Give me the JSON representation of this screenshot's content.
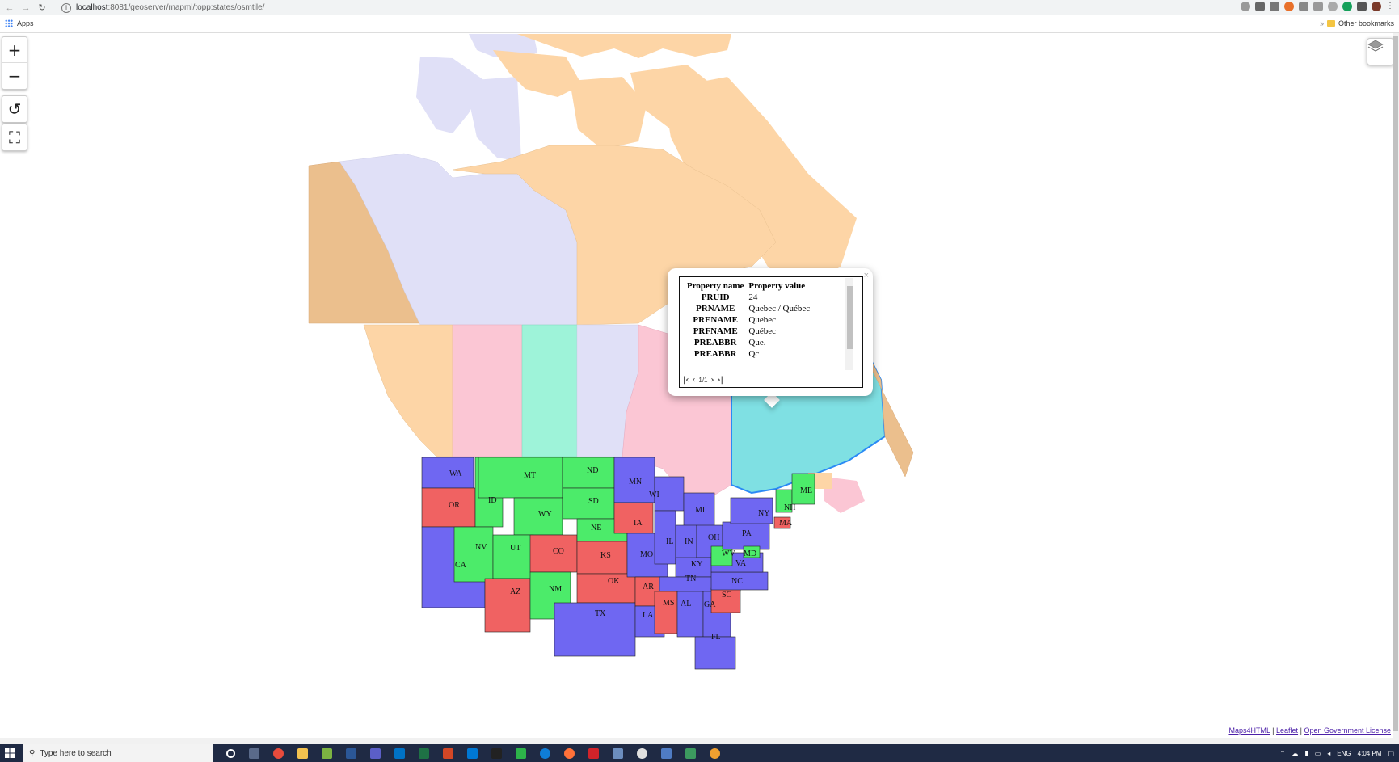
{
  "browser": {
    "url_host": "localhost",
    "url_path": ":8081/geoserver/mapml/topp:states/osmtile/",
    "bookmarks_apps": "Apps",
    "bookmarks_other": "Other bookmarks"
  },
  "map_controls": {
    "zoom_in": "+",
    "zoom_out": "−",
    "reload": "↺",
    "fullscreen": "⛶"
  },
  "states": [
    {
      "abbr": "WA"
    },
    {
      "abbr": "OR"
    },
    {
      "abbr": "CA"
    },
    {
      "abbr": "ID"
    },
    {
      "abbr": "NV"
    },
    {
      "abbr": "MT"
    },
    {
      "abbr": "WY"
    },
    {
      "abbr": "UT"
    },
    {
      "abbr": "AZ"
    },
    {
      "abbr": "CO"
    },
    {
      "abbr": "NM"
    },
    {
      "abbr": "ND"
    },
    {
      "abbr": "SD"
    },
    {
      "abbr": "NE"
    },
    {
      "abbr": "KS"
    },
    {
      "abbr": "OK"
    },
    {
      "abbr": "TX"
    },
    {
      "abbr": "MN"
    },
    {
      "abbr": "IA"
    },
    {
      "abbr": "MO"
    },
    {
      "abbr": "AR"
    },
    {
      "abbr": "LA"
    },
    {
      "abbr": "WI"
    },
    {
      "abbr": "IL"
    },
    {
      "abbr": "MI"
    },
    {
      "abbr": "IN"
    },
    {
      "abbr": "OH"
    },
    {
      "abbr": "KY"
    },
    {
      "abbr": "TN"
    },
    {
      "abbr": "MS"
    },
    {
      "abbr": "AL"
    },
    {
      "abbr": "GA"
    },
    {
      "abbr": "FL"
    },
    {
      "abbr": "SC"
    },
    {
      "abbr": "NC"
    },
    {
      "abbr": "VA"
    },
    {
      "abbr": "WV"
    },
    {
      "abbr": "PA"
    },
    {
      "abbr": "NY"
    },
    {
      "abbr": "NH"
    },
    {
      "abbr": "ME"
    },
    {
      "abbr": "MA"
    },
    {
      "abbr": "MD"
    }
  ],
  "popup": {
    "header_name": "Property name",
    "header_value": "Property value",
    "rows": [
      {
        "name": "PRUID",
        "value": "24"
      },
      {
        "name": "PRNAME",
        "value": "Quebec / Québec"
      },
      {
        "name": "PRENAME",
        "value": "Quebec"
      },
      {
        "name": "PRFNAME",
        "value": "Québec"
      },
      {
        "name": "PREABBR",
        "value": "Que."
      },
      {
        "name": "PREABBR",
        "value": "Qc"
      }
    ],
    "pager_count": "1/1",
    "close": "×"
  },
  "attribution": {
    "link1": "Maps4HTML",
    "link2": "Leaflet",
    "link3": "Open Government License",
    "sep": "|"
  },
  "taskbar": {
    "search_placeholder": "Type here to search",
    "lang": "ENG",
    "time": "4:04 PM"
  },
  "colors": {
    "purple": "#6f67f2",
    "green": "#4ceb6a",
    "red": "#f06262",
    "canada_peach": "#fdd5a6",
    "canada_lavender": "#e0e0f7",
    "canada_pink": "#fbc6d4",
    "canada_mint": "#9ef3d9",
    "canada_tan": "#ebbf8d",
    "quebec": "#7fe0e3"
  }
}
